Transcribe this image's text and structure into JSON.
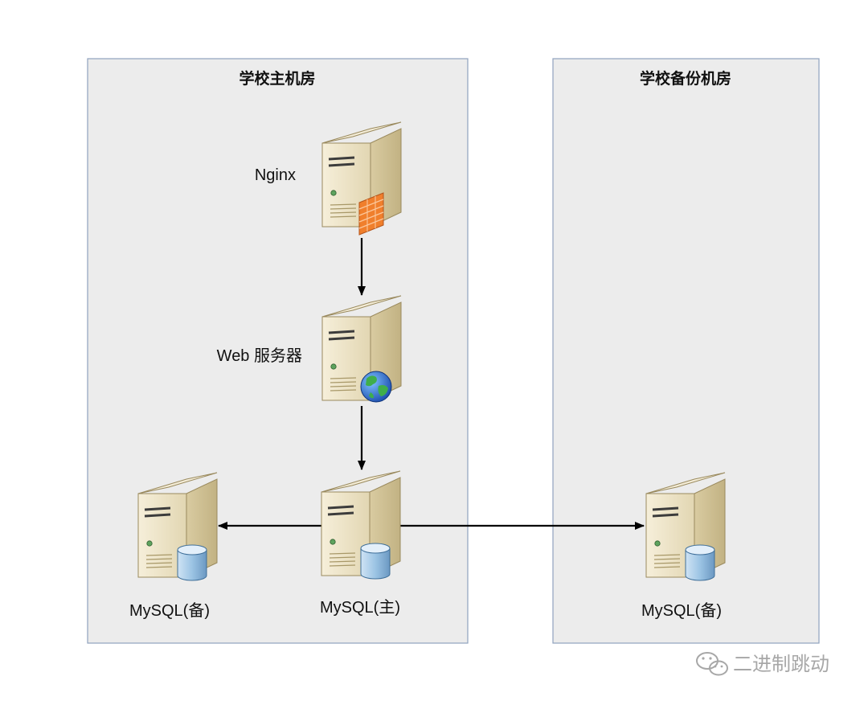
{
  "rooms": {
    "main": {
      "title": "学校主机房"
    },
    "backup": {
      "title": "学校备份机房"
    }
  },
  "nodes": {
    "nginx": {
      "label": "Nginx",
      "badge": "firewall"
    },
    "web": {
      "label": "Web 服务器",
      "badge": "globe"
    },
    "mysql_master": {
      "label": "MySQL(主)",
      "badge": "database"
    },
    "mysql_slave_local": {
      "label": "MySQL(备)",
      "badge": "database"
    },
    "mysql_slave_remote": {
      "label": "MySQL(备)",
      "badge": "database"
    }
  },
  "connections": [
    {
      "from": "nginx",
      "to": "web"
    },
    {
      "from": "web",
      "to": "mysql_master"
    },
    {
      "from": "mysql_master",
      "to": "mysql_slave_local"
    },
    {
      "from": "mysql_master",
      "to": "mysql_slave_remote"
    }
  ],
  "watermark": {
    "text": "二进制跳动",
    "icon": "wechat-icon"
  },
  "colors": {
    "room_fill": "#ececec",
    "room_border": "#8fa2bd",
    "server_body": "#ede3c5",
    "arrow": "#000000",
    "firewall": "#f07f2c",
    "database": "#9cc4e4"
  }
}
